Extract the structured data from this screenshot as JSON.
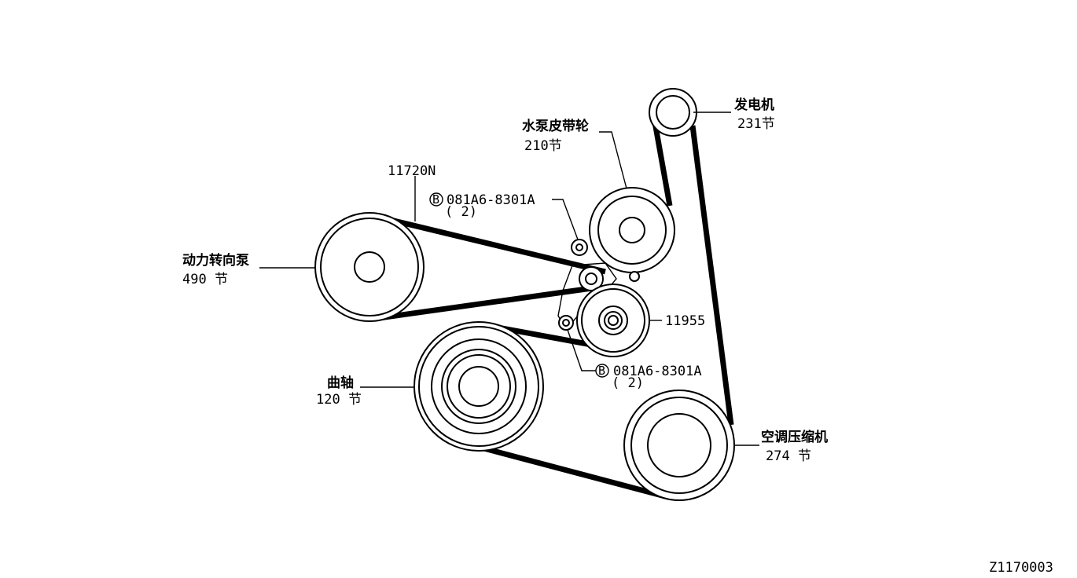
{
  "labels": {
    "alternator_name": "发电机",
    "alternator_num": "231节",
    "water_pump_name": "水泵皮带轮",
    "water_pump_num": "210节",
    "belt_part": "11720N",
    "bolt_top_code": "081A6-8301A",
    "bolt_top_qty": "( 2)",
    "bolt_bottom_code": "081A6-8301A",
    "bolt_bottom_qty": "( 2)",
    "bolt_marker": "B",
    "power_steering_name": "动力转向泵",
    "power_steering_num": "490 节",
    "tensioner_part": "11955",
    "crankshaft_name": "曲轴",
    "crankshaft_num": "120 节",
    "ac_compressor_name": "空调压缩机",
    "ac_compressor_num": "274 节",
    "figure_code": "Z1170003"
  }
}
